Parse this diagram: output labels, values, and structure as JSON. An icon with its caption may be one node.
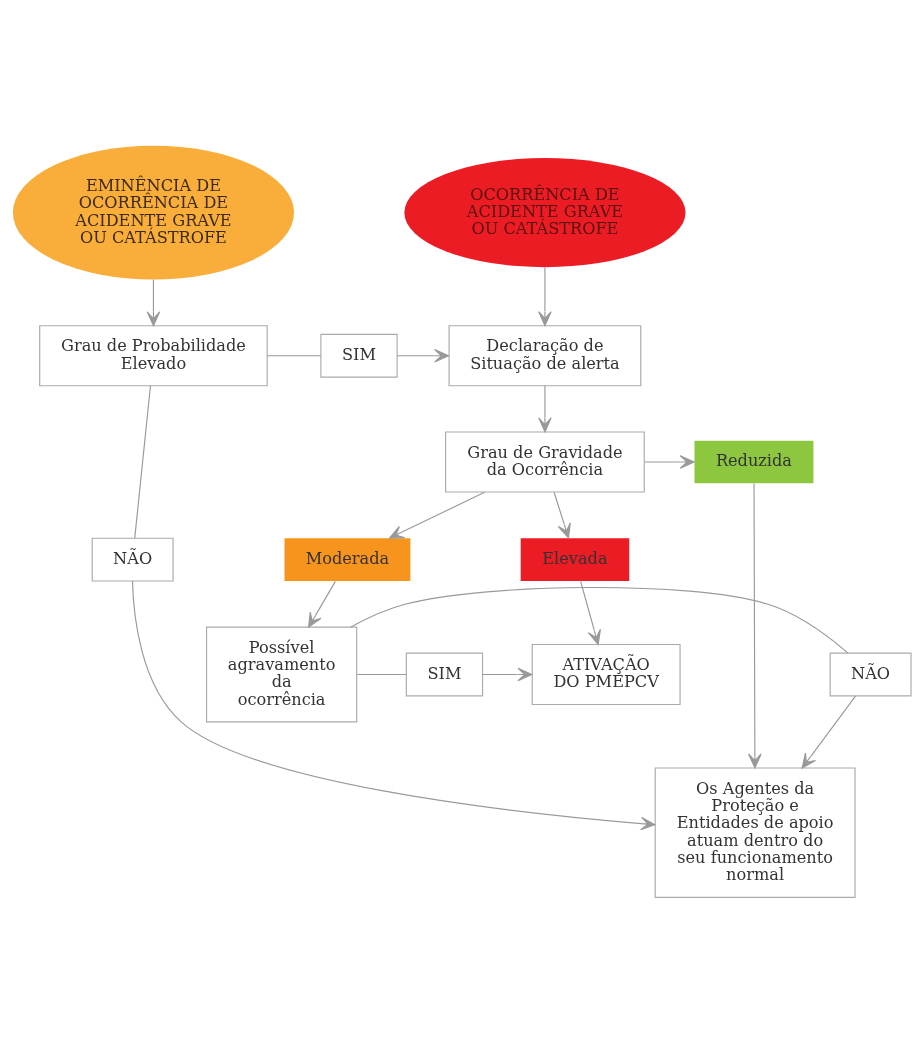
{
  "diagram": {
    "nodes": [
      {
        "text": [
          "EMINÊNCIA DE OCORRÊNCIA DE ACIDENTE GRAVE OU CATÁSTROFE"
        ]
      },
      {
        "text": [
          "OCORRÊNCIA DE ACIDENTE GRAVE OU CATÁSTROFE"
        ]
      },
      {
        "text": [
          "Grau de Probabilidade Elevado"
        ]
      },
      {
        "text": [
          "SIM"
        ]
      },
      {
        "text": [
          "Declaração de Situação de alerta"
        ]
      },
      {
        "text": [
          "NÃO"
        ]
      },
      {
        "text": [
          "Grau de Gravidade da Ocorrência"
        ]
      },
      {
        "text": [
          "Reduzida"
        ]
      },
      {
        "text": [
          "Os Agentes da Proteção e Entidades de apoio atuam dentro do seu funcionamento normal"
        ]
      },
      {
        "text": [
          "Moderada"
        ]
      },
      {
        "text": [
          "Elevada"
        ]
      },
      {
        "text": [
          "NÃO"
        ]
      },
      {
        "text": [
          "Possível agravamento da ocorrência"
        ]
      },
      {
        "text": [
          "SIM"
        ]
      },
      {
        "text": [
          "ATIVAÇÃO DO PMEPCV"
        ]
      }
    ],
    "edges": [
      {
        "from": 0,
        "to": 2,
        "arrow": "to"
      },
      {
        "from": 1,
        "to": 4,
        "arrow": "to"
      },
      {
        "from": 2,
        "to": 3,
        "arrow": "none"
      },
      {
        "from": 3,
        "to": 4,
        "arrow": "to"
      },
      {
        "from": 2,
        "to": 5,
        "arrow": "none"
      },
      {
        "from": 5,
        "to": 8,
        "arrow": "to"
      },
      {
        "from": 4,
        "to": 6,
        "arrow": "to"
      },
      {
        "from": 6,
        "to": 7,
        "arrow": "to"
      },
      {
        "from": 7,
        "to": 8,
        "arrow": "to"
      },
      {
        "from": 6,
        "to": 9,
        "arrow": "to"
      },
      {
        "from": 6,
        "to": 10,
        "arrow": "to"
      },
      {
        "from": 9,
        "to": 12,
        "arrow": "to"
      },
      {
        "from": 10,
        "to": 14,
        "arrow": "to"
      },
      {
        "from": 12,
        "to": 11,
        "arrow": "none"
      },
      {
        "from": 11,
        "to": 8,
        "arrow": "to"
      },
      {
        "from": 12,
        "to": 13,
        "arrow": "none"
      },
      {
        "from": 13,
        "to": 14,
        "arrow": "to"
      }
    ]
  }
}
